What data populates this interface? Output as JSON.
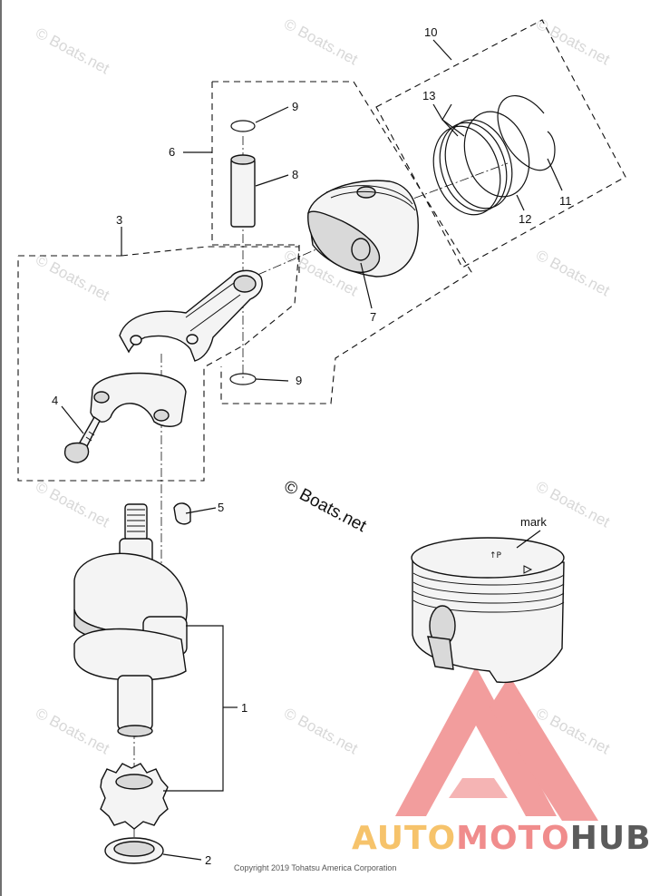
{
  "callouts": {
    "c1": "1",
    "c2": "2",
    "c3": "3",
    "c4": "4",
    "c5": "5",
    "c6": "6",
    "c7": "7",
    "c8": "8",
    "c9a": "9",
    "c9b": "9",
    "c10": "10",
    "c11": "11",
    "c12": "12",
    "c13": "13"
  },
  "piston_mark_label": "mark",
  "watermark": {
    "small": "© Boats.net",
    "center": "© Boats.net"
  },
  "copyright": "Copyright 2019 Tohatsu America Corporation",
  "brand": {
    "part1": "AUTO",
    "part2": "MOTO",
    "part3": "HUB",
    "color_auto": "#f6c36b",
    "color_moto": "#f08c8c",
    "color_hub": "#5b5b5b"
  }
}
